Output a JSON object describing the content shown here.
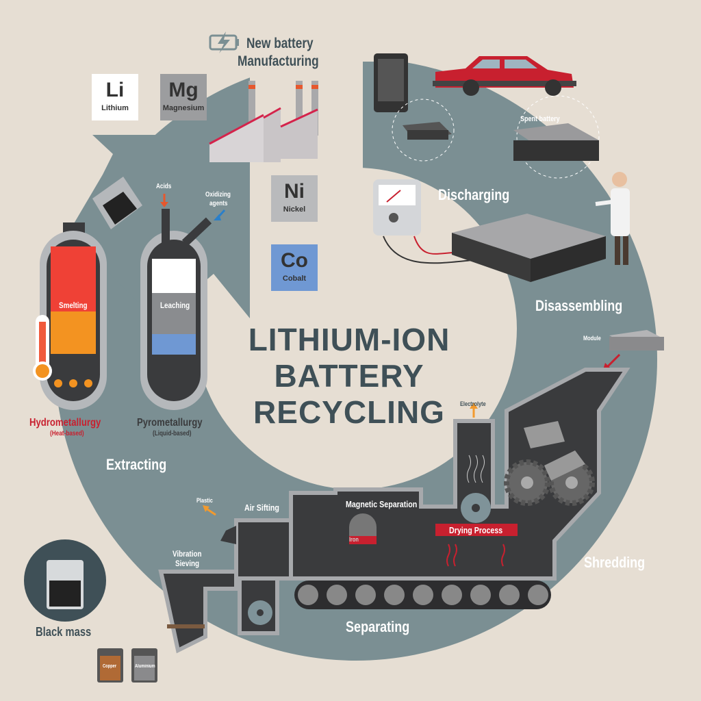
{
  "title": {
    "line1": "LITHIUM-ION",
    "line2": "BATTERY",
    "line3": "RECYCLING"
  },
  "new_battery": {
    "line1": "New battery",
    "line2": "Manufacturing"
  },
  "elements": [
    {
      "symbol": "Li",
      "name": "Lithium",
      "color": "#ffffff"
    },
    {
      "symbol": "Mg",
      "name": "Magnesium",
      "color": "#9c9d9f"
    },
    {
      "symbol": "Ni",
      "name": "Nickel",
      "color": "#b9babc"
    },
    {
      "symbol": "Co",
      "name": "Cobalt",
      "color": "#6f98d3"
    }
  ],
  "stages": {
    "spent_battery": "Spent battery",
    "discharging": "Discharging",
    "disassembling": "Disassembling",
    "module": "Module",
    "shredding": "Shredding",
    "separating": "Separating",
    "extracting": "Extracting",
    "black_mass": "Black mass"
  },
  "separation": {
    "electrolyte": "Electrolyte",
    "magnetic_separation": "Magnetic Separation",
    "iron": "Iron",
    "drying_process": "Drying Process",
    "air_sifting": "Air Sifting",
    "plastic": "Plastic",
    "vibration_sieving_1": "Vibration",
    "vibration_sieving_2": "Sieving",
    "copper": "Copper",
    "aluminium": "Aluminium"
  },
  "extraction": {
    "smelting": "Smelting",
    "leaching": "Leaching",
    "acids": "Acids",
    "oxidizing_1": "Oxidizing",
    "oxidizing_2": "agents",
    "hydro": "Hydrometallurgy",
    "hydro_sub": "(Heat-based)",
    "pyro": "Pyrometallurgy",
    "pyro_sub": "(Liquid-based)"
  },
  "colors": {
    "background": "#e6ded3",
    "ring": "#7b8f93",
    "dark": "#3a3b3d",
    "accent_red": "#c8203a",
    "text_dark": "#3f5057"
  }
}
